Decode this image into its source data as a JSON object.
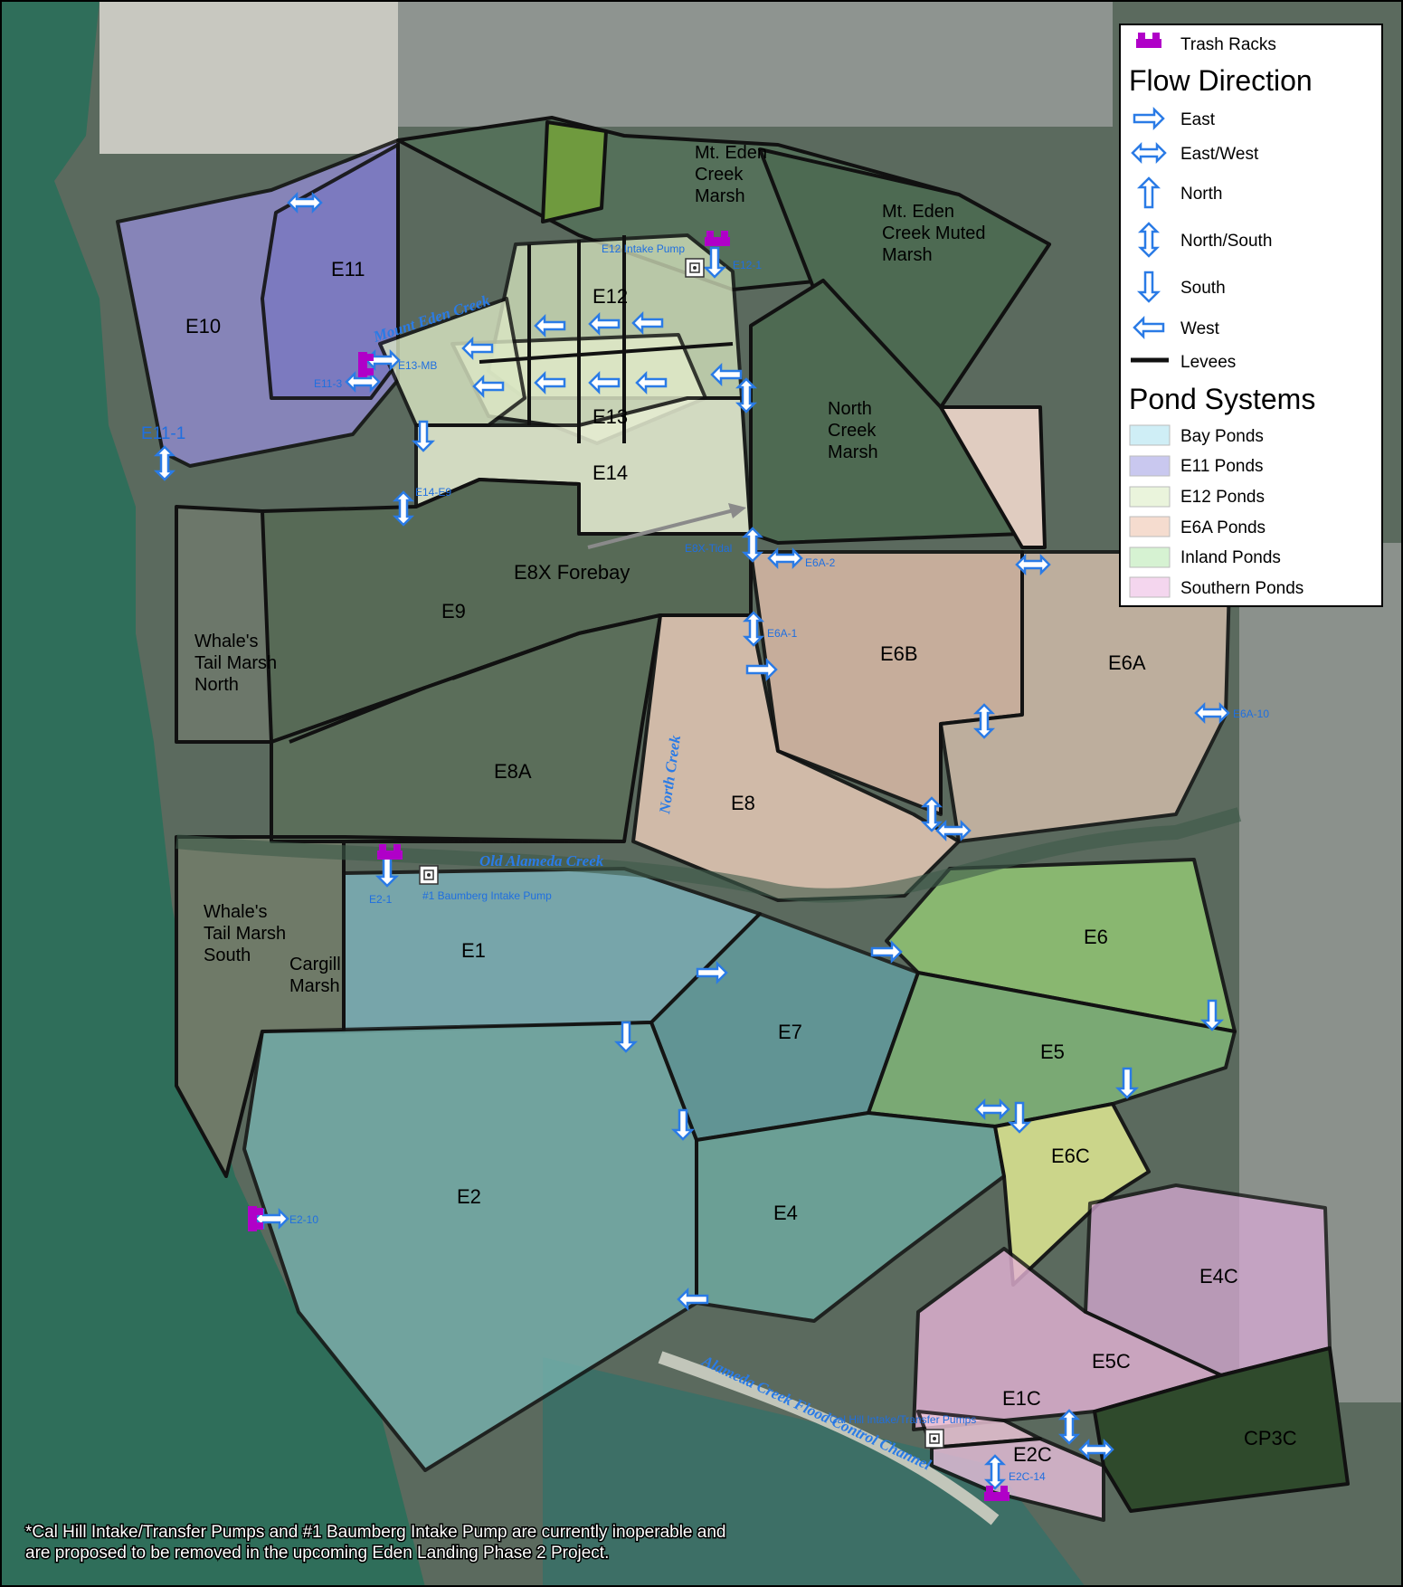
{
  "legend": {
    "trash_racks": "Trash Racks",
    "flow_title": "Flow Direction",
    "flow_items": [
      "East",
      "East/West",
      "North",
      "North/South",
      "South",
      "West"
    ],
    "levees": "Levees",
    "pond_title": "Pond Systems",
    "pond_items": [
      {
        "label": "Bay Ponds",
        "color": "#cfeef6"
      },
      {
        "label": "E11 Ponds",
        "color": "#c9c8ef"
      },
      {
        "label": "E12 Ponds",
        "color": "#eaf4dc"
      },
      {
        "label": "E6A Ponds",
        "color": "#f5dccf"
      },
      {
        "label": "Inland Ponds",
        "color": "#d6f2d2"
      },
      {
        "label": "Southern Ponds",
        "color": "#f4d6ee"
      }
    ]
  },
  "ponds": {
    "E10": "E10",
    "E11": "E11",
    "E12": "E12",
    "E13": "E13",
    "E14": "E14",
    "E9": "E9",
    "E8A": "E8A",
    "E8": "E8",
    "E6B": "E6B",
    "E6A": "E6A",
    "E1": "E1",
    "E7": "E7",
    "E6": "E6",
    "E5": "E5",
    "E6C": "E6C",
    "E2": "E2",
    "E4": "E4",
    "E4C": "E4C",
    "E5C": "E5C",
    "E1C": "E1C",
    "E2C": "E2C",
    "CP3C": "CP3C",
    "E8X": "E8X Forebay"
  },
  "marshes": {
    "mt_eden": [
      "Mt. Eden",
      "Creek",
      "Marsh"
    ],
    "mt_eden_muted": [
      "Mt. Eden",
      "Creek Muted",
      "Marsh"
    ],
    "north_creek": [
      "North",
      "Creek",
      "Marsh"
    ],
    "whales_north": [
      "Whale's",
      "Tail Marsh",
      "North"
    ],
    "whales_south": [
      "Whale's",
      "Tail Marsh",
      "South"
    ],
    "cargill": [
      "Cargill",
      "Marsh"
    ]
  },
  "creeks": {
    "mount_eden": "Mount Eden Creek",
    "north_creek": "North Creek",
    "old_alameda": "Old Alameda Creek",
    "flood_channel": "Alameda Creek Flood Control Channel"
  },
  "structures": {
    "e12_intake": "E12 Intake Pump",
    "e12_1": "E12-1",
    "e13_mb": "E13-MB",
    "e11_3": "E11-3",
    "e11_1": "E11-1",
    "e14_e9": "E14-E9",
    "e8x_tidal": "E8X-Tidal",
    "e6a_2": "E6A-2",
    "e6a_1": "E6A-1",
    "e6a_10": "E6A-10",
    "e2_1": "E2-1",
    "baumberg": "#1 Baumberg Intake Pump",
    "e2_10": "E2-10",
    "cal_hill": "Cal Hill Intake/Transfer Pumps",
    "e2c_14": "E2C-14"
  },
  "footnote": [
    "*Cal Hill Intake/Transfer Pumps and #1 Baumberg Intake Pump are currently inoperable and",
    "are proposed to be removed in the upcoming Eden Landing Phase 2 Project."
  ],
  "colors": {
    "bay_water": "#2f6e5a",
    "levee": "#111111",
    "arrow": "#2a7be6",
    "trash_rack": "#b000c8"
  }
}
